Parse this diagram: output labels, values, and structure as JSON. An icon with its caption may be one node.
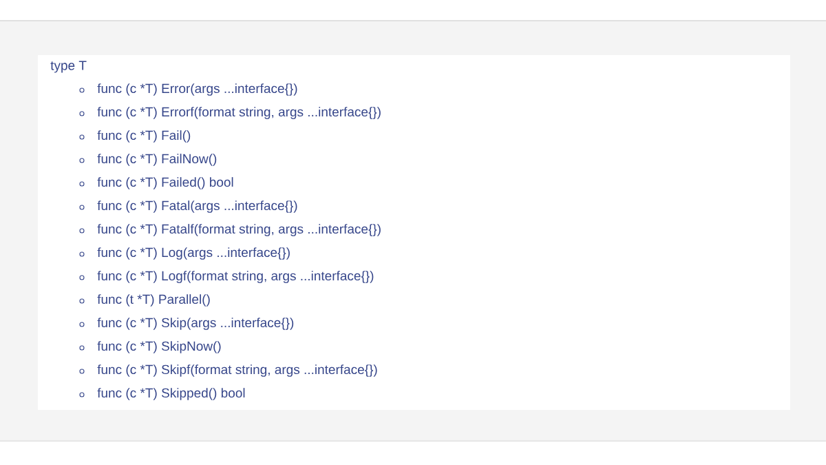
{
  "diagram": {
    "labels": [
      "type T",
      "func (c *T) Error(args ...interface{})",
      "func (c *T) Errorf(format string, args ...interface{})",
      "func (c *T) Fail()",
      "func (c *T) FailNow()",
      "func (c *T) Failed() bool",
      "func (c *T) Fatal(args ...interface{})",
      "func (c *T) Fatalf(format string, args ...interface{})",
      "func (c *T) Log(args ...interface{})",
      "func (c *T) Logf(format string, args ...interface{})",
      "func (t *T) Parallel()",
      "func (c *T) Skip(args ...interface{})",
      "func (c *T) SkipNow()",
      "func (c *T) Skipf(format string, args ...interface{})",
      "func (c *T) Skipped() bool"
    ]
  }
}
